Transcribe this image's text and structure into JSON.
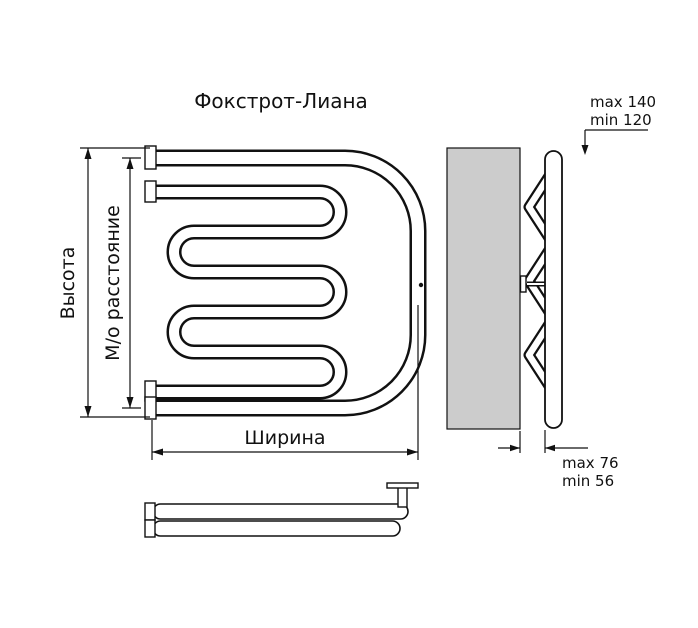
{
  "title": "Фокстрот-Лиана",
  "front_view": {
    "height_label": "Высота",
    "center_distance_label": "М/о расстояние",
    "width_label": "Ширина"
  },
  "side_view": {
    "wall_offset_top": {
      "max": "max 140",
      "min": "min 120"
    },
    "wall_offset_bottom": {
      "max": "max 76",
      "min": "min 56"
    }
  },
  "colors": {
    "line": "#111111",
    "wall_fill": "#cccccc",
    "background": "#ffffff"
  }
}
